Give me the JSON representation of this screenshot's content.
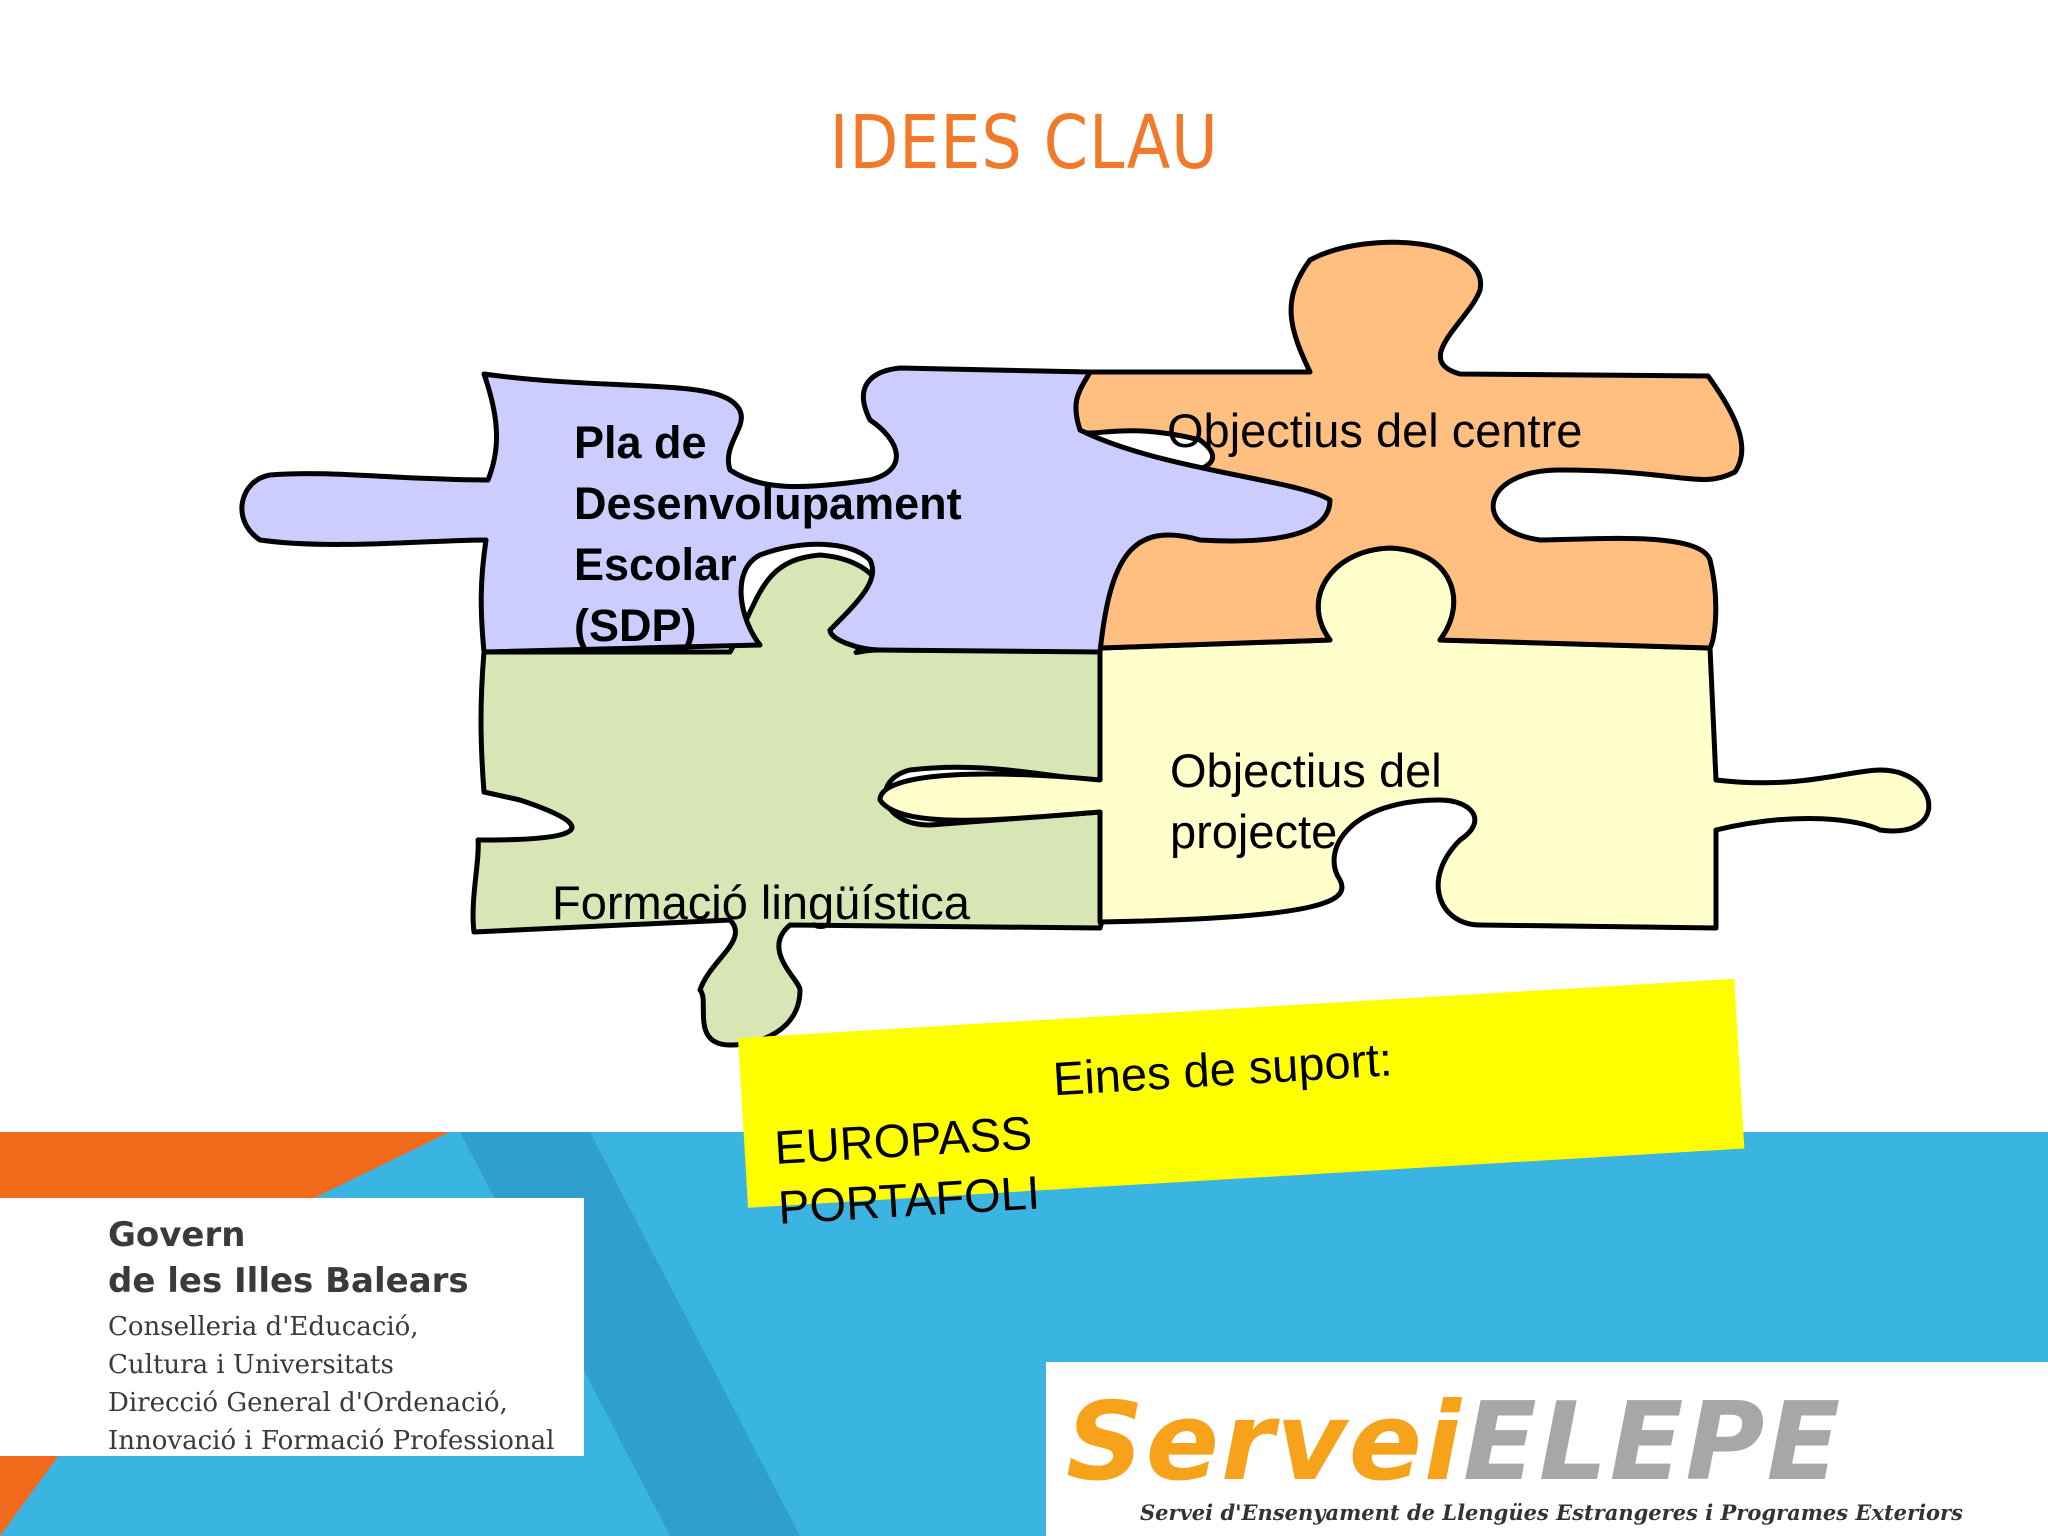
{
  "slide": {
    "title": "IDEES CLAU"
  },
  "pieces": {
    "sdp": {
      "lines": [
        "Pla de",
        "Desenvolupament",
        "Escolar",
        "(SDP)"
      ],
      "color": "#ccccff"
    },
    "centre": {
      "label": "Objectius del centre",
      "color": "#ffbf80"
    },
    "projecte": {
      "lines": [
        "Objectius del",
        "projecte"
      ],
      "color": "#ffffcc"
    },
    "formacio": {
      "label": "Formació lingüística",
      "color": "#d7e6b4"
    }
  },
  "support_note": {
    "title": "Eines de suport:",
    "items": [
      "EUROPASS",
      "PORTAFOLI"
    ],
    "color": "#ffff00"
  },
  "footer": {
    "government": {
      "name": [
        "Govern",
        "de les Illes Balears"
      ],
      "departments": [
        "Conselleria d'Educació,",
        "Cultura i Universitats",
        "Direcció General d'Ordenació,",
        "Innovació i Formació Professional"
      ]
    },
    "servei": {
      "logo_part1": "Servei",
      "logo_part2": "ELEPE",
      "tagline": "Servei d'Ensenyament de Llengües Estrangeres i Programes Exteriors"
    },
    "colors": {
      "blue": "#3ab4e0",
      "orange": "#f26b1d",
      "dark_blue": "#2f9fd0"
    }
  }
}
